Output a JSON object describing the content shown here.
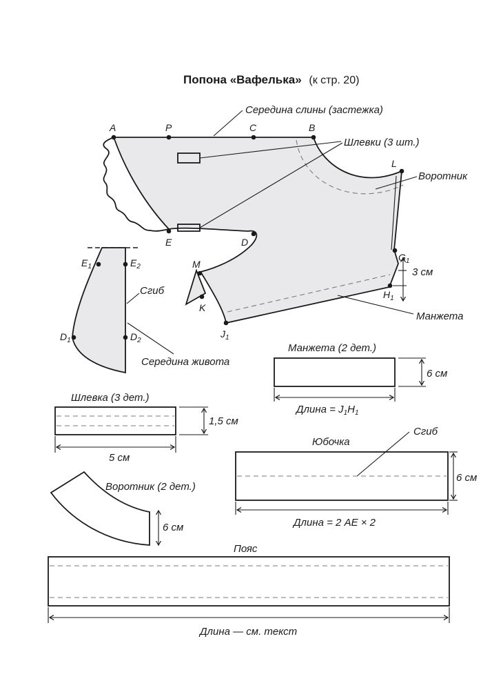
{
  "title": {
    "main": "Попона «Вафелька»",
    "ref": "(к стр. 20)"
  },
  "labels": {
    "back_center": "Середина слины (застежка)",
    "loops": "Шлевки (3 шт.)",
    "collar": "Воротник",
    "cuff": "Манжета",
    "fold": "Сгиб",
    "belly_center": "Середина живота",
    "dim_3cm": "3 см"
  },
  "points": {
    "A": "A",
    "P": "P",
    "C": "C",
    "B": "B",
    "L": "L",
    "E": "E",
    "D": "D",
    "M": "M",
    "K": "K",
    "J": "J",
    "G": "G",
    "H": "H",
    "sub1": "1",
    "sub2": "2"
  },
  "pieces": {
    "cuff": {
      "title": "Манжета (2 дет.)",
      "height": "6 см",
      "length": "Длина = J",
      "length_end": "H"
    },
    "loop": {
      "title": "Шлевка (3 дет.)",
      "height": "1,5 см",
      "length": "5 см"
    },
    "skirt": {
      "title": "Юбочка",
      "fold": "Сгиб",
      "height": "6 см",
      "length": "Длина = 2 AE × 2"
    },
    "collar": {
      "title": "Воротник (2 дет.)",
      "height": "6 см"
    },
    "belt": {
      "title": "Пояс",
      "length": "Длина — см. текст"
    }
  }
}
